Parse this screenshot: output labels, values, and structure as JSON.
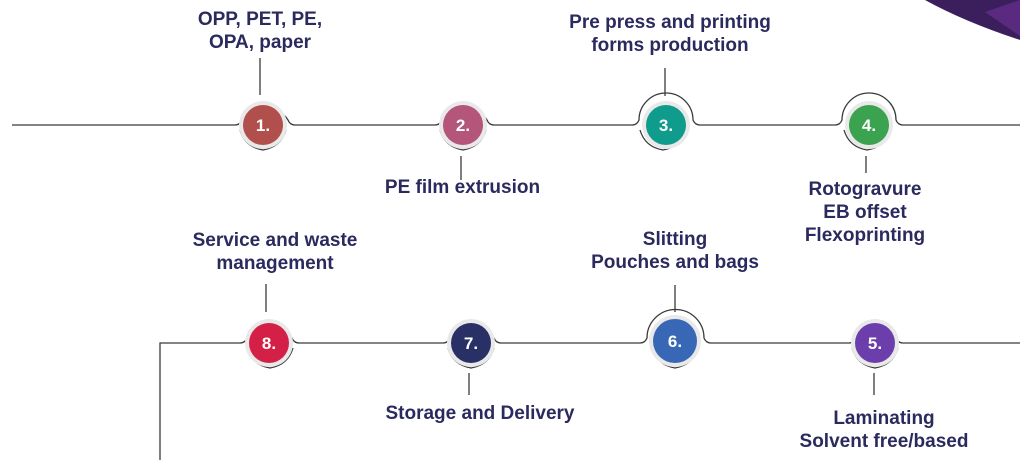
{
  "steps": [
    {
      "number": "1.",
      "color": "#b04f4b",
      "lines": [
        "OPP, PET, PE,",
        "OPA, paper"
      ]
    },
    {
      "number": "2.",
      "color": "#b4557a",
      "lines": [
        "PE  film extrusion"
      ]
    },
    {
      "number": "3.",
      "color": "#109c8c",
      "lines": [
        "Pre press and printing",
        "forms production"
      ]
    },
    {
      "number": "4.",
      "color": "#3ba24f",
      "lines": [
        "Rotogravure",
        "EB offset",
        "Flexoprinting"
      ]
    },
    {
      "number": "5.",
      "color": "#6c3eab",
      "lines": [
        "Laminating",
        "Solvent free/based"
      ]
    },
    {
      "number": "6.",
      "color": "#3868b5",
      "lines": [
        "Slitting",
        "Pouches and bags"
      ]
    },
    {
      "number": "7.",
      "color": "#283066",
      "lines": [
        "Storage  and Delivery"
      ]
    },
    {
      "number": "8.",
      "color": "#d41f47",
      "lines": [
        "Service and waste",
        "management"
      ]
    }
  ],
  "colors": {
    "line": "#3a3a3a",
    "text": "#2b2a5e",
    "ring": "#e9e9e9",
    "logo_dark": "#3a1f5c",
    "logo_accent": "#5a2a80"
  }
}
